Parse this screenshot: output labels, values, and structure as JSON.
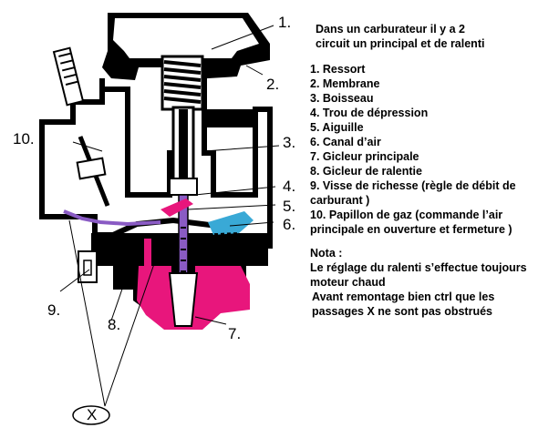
{
  "intro": [
    "Dans un carburateur il y a 2",
    "circuit un principal  et de ralenti"
  ],
  "legend": [
    "1. Ressort",
    "2. Membrane",
    "3. Boisseau",
    "4. Trou de dépression",
    "5. Aiguille",
    "6. Canal d’air",
    "7. Gicleur  principale",
    "8. Gicleur  de ralentie",
    "9. Visse de richesse (règle  de débit  de",
    "carburant )",
    "10. Papillon de gaz  (commande l’air",
    "principale en ouverture et fermeture )"
  ],
  "nota": {
    "title": "Nota :",
    "lines": [
      "Le réglage du ralenti s’effectue toujours",
      "moteur chaud",
      " Avant  remontage bien ctrl que les",
      " passages  X  ne sont pas obstrués"
    ]
  },
  "callouts": {
    "n1": "1.",
    "n2": "2.",
    "n3": "3.",
    "n4": "4.",
    "n5": "5.",
    "n6": "6.",
    "n7": "7.",
    "n8": "8.",
    "n9": "9.",
    "n10": "10.",
    "x": "X"
  },
  "colors": {
    "fuel": "#e8167c",
    "air_channel": "#39a9d6",
    "passage": "#8a5bc4",
    "body": "#000000"
  }
}
